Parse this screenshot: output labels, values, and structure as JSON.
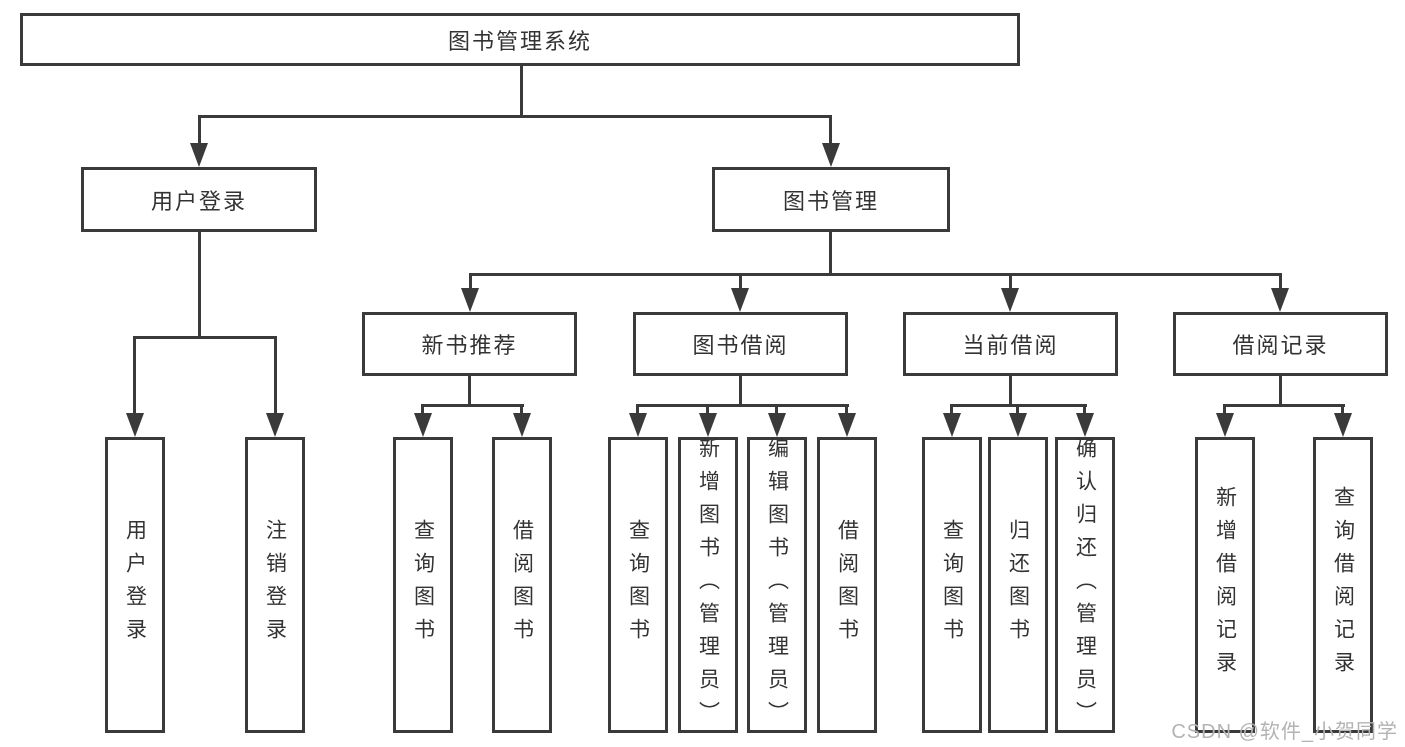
{
  "diagram": {
    "watermark": "CSDN @软件_小贺同学",
    "colors": {
      "line": "#3a3a3a",
      "text": "#333333",
      "watermark": "#b3b3b3",
      "background": "#ffffff"
    },
    "root": {
      "label": "图书管理系统"
    },
    "level2": [
      {
        "label": "用户登录",
        "parent": "图书管理系统"
      },
      {
        "label": "图书管理",
        "parent": "图书管理系统"
      }
    ],
    "level3": [
      {
        "label": "新书推荐",
        "parent": "图书管理"
      },
      {
        "label": "图书借阅",
        "parent": "图书管理"
      },
      {
        "label": "当前借阅",
        "parent": "图书管理"
      },
      {
        "label": "借阅记录",
        "parent": "图书管理"
      }
    ],
    "leaves": [
      {
        "label": "用户登录",
        "parent": "用户登录"
      },
      {
        "label": "注销登录",
        "parent": "用户登录"
      },
      {
        "label": "查询图书",
        "parent": "新书推荐"
      },
      {
        "label": "借阅图书",
        "parent": "新书推荐"
      },
      {
        "label": "查询图书",
        "parent": "图书借阅"
      },
      {
        "label": "新增图书（管理员）",
        "parent": "图书借阅"
      },
      {
        "label": "编辑图书（管理员）",
        "parent": "图书借阅"
      },
      {
        "label": "借阅图书",
        "parent": "图书借阅"
      },
      {
        "label": "查询图书",
        "parent": "当前借阅"
      },
      {
        "label": "归还图书",
        "parent": "当前借阅"
      },
      {
        "label": "确认归还（管理员）",
        "parent": "当前借阅"
      },
      {
        "label": "新增借阅记录",
        "parent": "借阅记录"
      },
      {
        "label": "查询借阅记录",
        "parent": "借阅记录"
      }
    ]
  }
}
